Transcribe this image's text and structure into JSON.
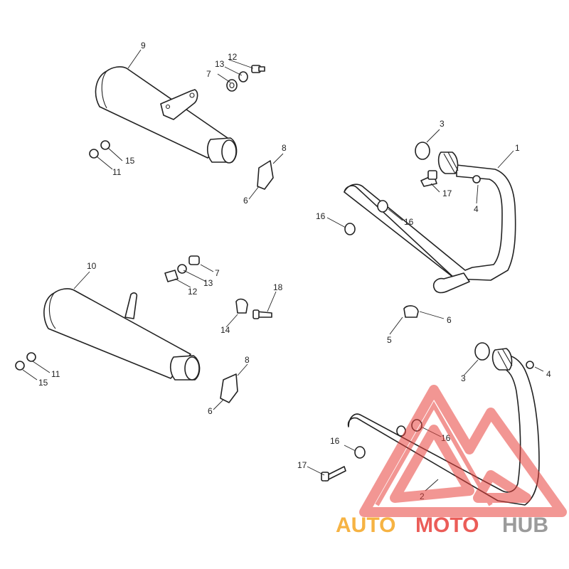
{
  "colors": {
    "line": "#222222",
    "background": "#ffffff",
    "watermark_red": "#e8413c",
    "watermark_orange": "#f5a623",
    "watermark_gray": "#8a8a8a"
  },
  "watermark": {
    "part1": "AUTO",
    "part2": "MOTO",
    "part3": "HUB"
  },
  "callouts": {
    "c1": "1",
    "c2": "2",
    "c3a": "3",
    "c3b": "3",
    "c4a": "4",
    "c4b": "4",
    "c5": "5",
    "c6a": "6",
    "c6b": "6",
    "c6c": "6",
    "c7a": "7",
    "c7b": "7",
    "c8a": "8",
    "c8b": "8",
    "c9": "9",
    "c10": "10",
    "c11a": "11",
    "c11b": "11",
    "c12a": "12",
    "c12b": "12",
    "c13a": "13",
    "c13b": "13",
    "c14": "14",
    "c15a": "15",
    "c15b": "15",
    "c16a": "16",
    "c16b": "16",
    "c16c": "16",
    "c16d": "16",
    "c17a": "17",
    "c17b": "17",
    "c18": "18"
  }
}
